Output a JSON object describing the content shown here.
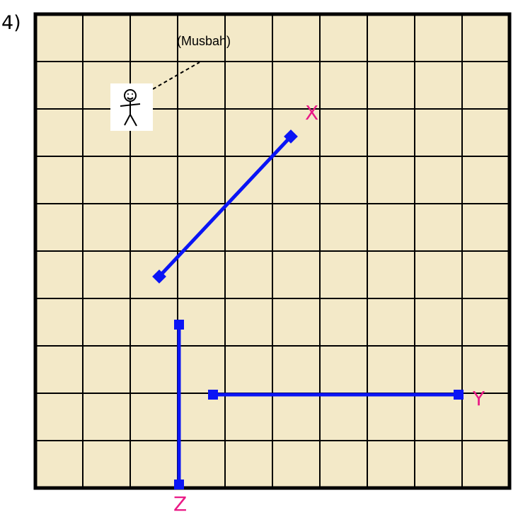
{
  "question_number": "4)",
  "person": {
    "name": "(Musbah)",
    "icon": "stick-figure-icon"
  },
  "segments": [
    {
      "label": "X"
    },
    {
      "label": "Y"
    },
    {
      "label": "Z"
    }
  ],
  "colors": {
    "grid_fill": "#f3e9c8",
    "grid_lines": "#000000",
    "segment": "#0a14f5",
    "label": "#ea1a86"
  }
}
